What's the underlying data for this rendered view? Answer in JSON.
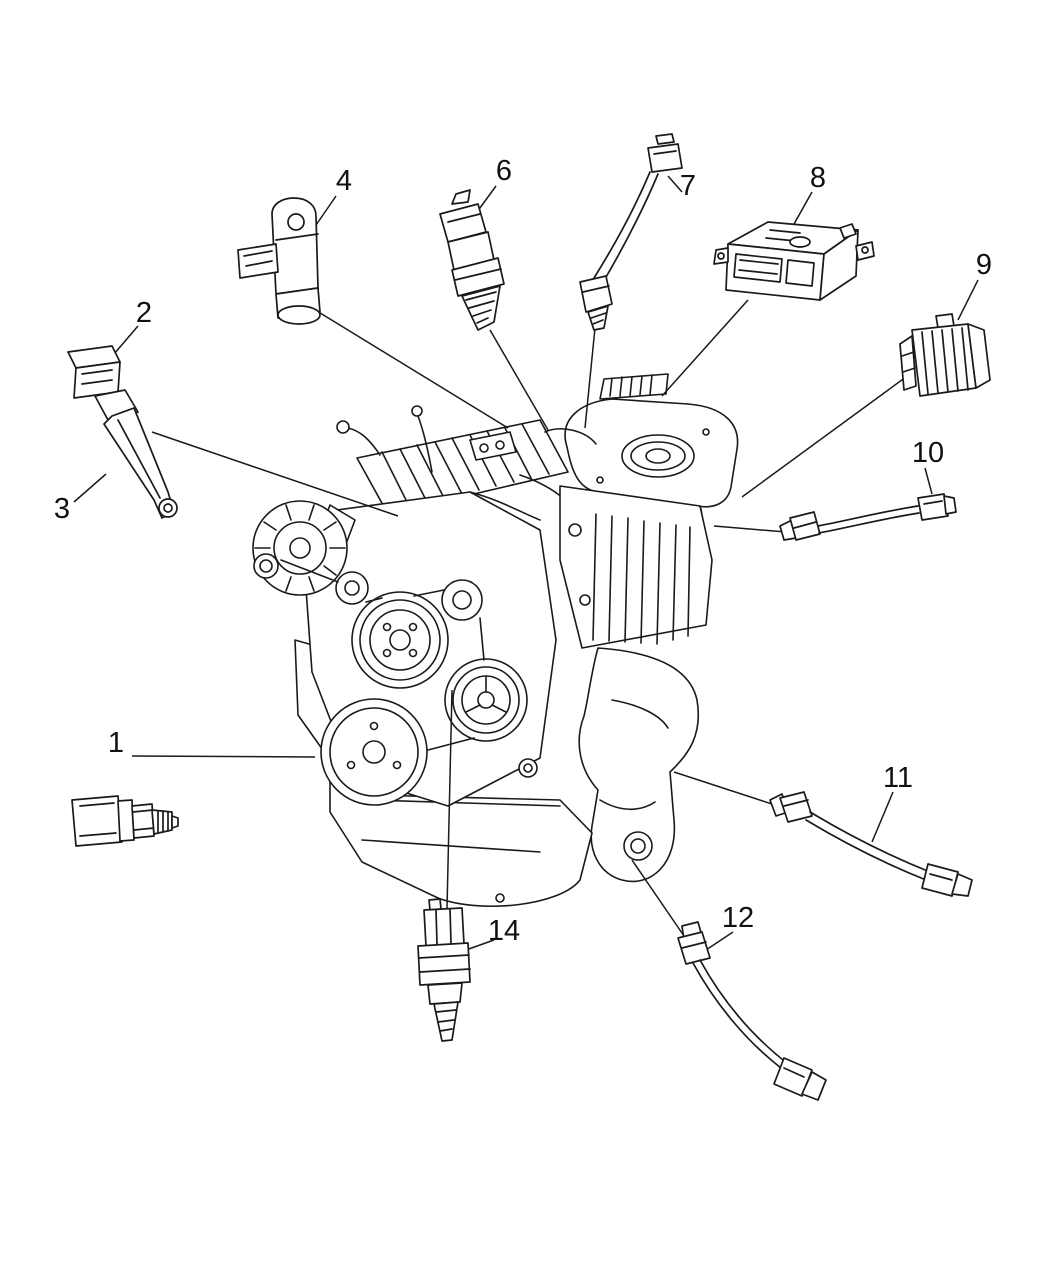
{
  "page": {
    "background": "#ffffff"
  },
  "diagram": {
    "type": "parts-diagram",
    "subject": "engine-sensors-exploded-view",
    "line_color": "#1a1a1a",
    "callouts": [
      {
        "number": "1",
        "part_name": "oil-pressure-sensor"
      },
      {
        "number": "2",
        "part_name": "camshaft-position-sensor-connector"
      },
      {
        "number": "3",
        "part_name": "camshaft-position-sensor-probe"
      },
      {
        "number": "4",
        "part_name": "crankshaft-position-sensor"
      },
      {
        "number": "6",
        "part_name": "coolant-temperature-sensor"
      },
      {
        "number": "7",
        "part_name": "oxygen-sensor-with-lead"
      },
      {
        "number": "8",
        "part_name": "powertrain-control-module"
      },
      {
        "number": "9",
        "part_name": "ribbed-sensor-module"
      },
      {
        "number": "10",
        "part_name": "oxygen-sensor-with-lead"
      },
      {
        "number": "11",
        "part_name": "oxygen-sensor-with-lead"
      },
      {
        "number": "12",
        "part_name": "oxygen-sensor-with-lead"
      },
      {
        "number": "14",
        "part_name": "coolant-temperature-switch"
      }
    ]
  }
}
